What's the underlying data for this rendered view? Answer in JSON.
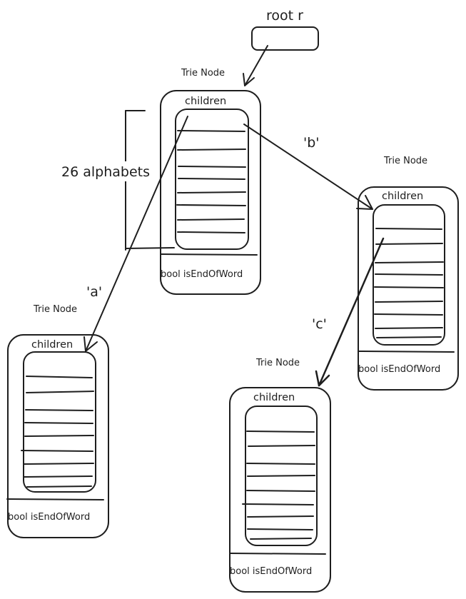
{
  "root": {
    "label": "root r"
  },
  "alphabet_brace": {
    "label": "26 alphabets"
  },
  "edges": [
    {
      "id": "a",
      "label": "'a'"
    },
    {
      "id": "b",
      "label": "'b'"
    },
    {
      "id": "c",
      "label": "'c'"
    }
  ],
  "nodes": [
    {
      "id": "root-node",
      "title": "Trie Node",
      "children_label": "children",
      "flag_label": "bool isEndOfWord"
    },
    {
      "id": "b-node",
      "title": "Trie Node",
      "children_label": "children",
      "flag_label": "bool isEndOfWord"
    },
    {
      "id": "a-node",
      "title": "Trie Node",
      "children_label": "children",
      "flag_label": "bool isEndOfWord"
    },
    {
      "id": "c-node",
      "title": "Trie Node",
      "children_label": "children",
      "flag_label": "bool isEndOfWord"
    }
  ]
}
